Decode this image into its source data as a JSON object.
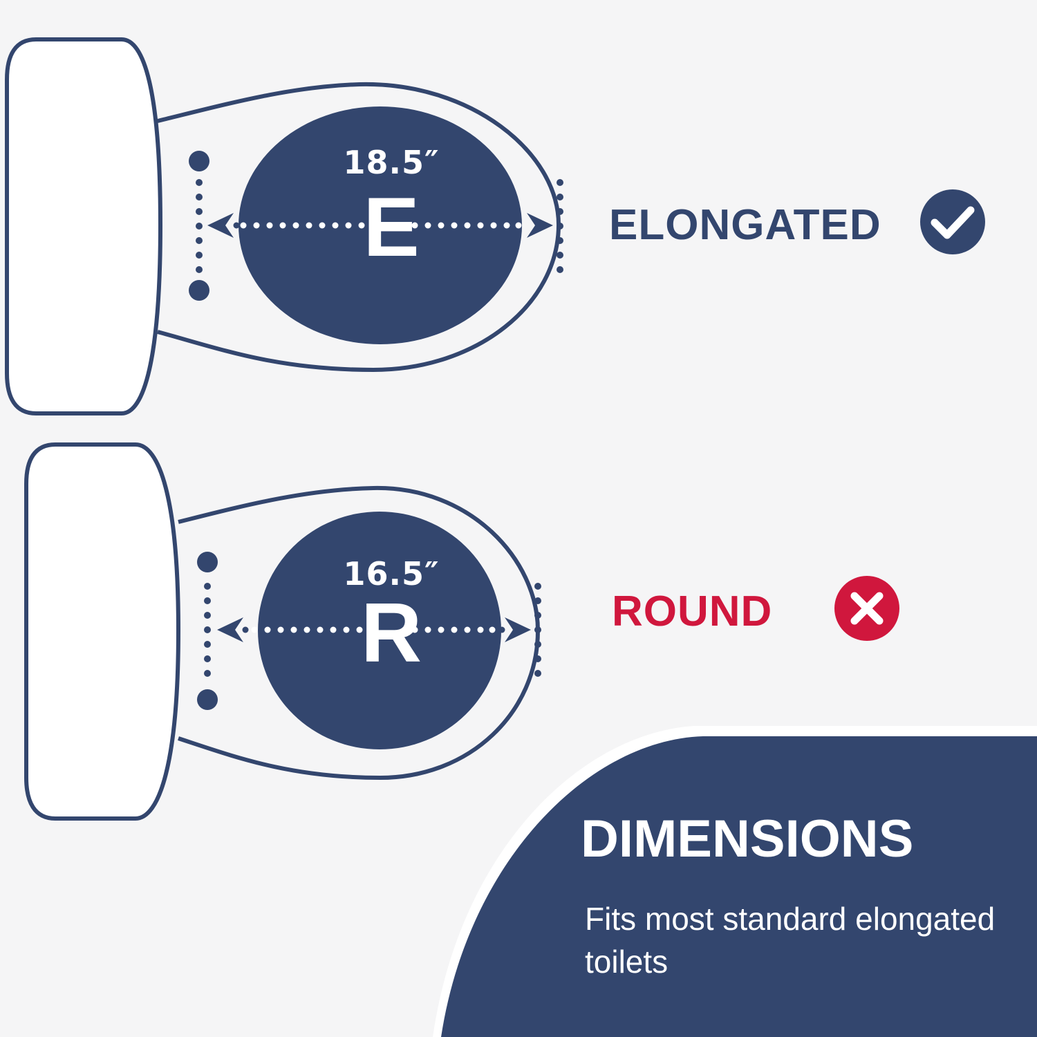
{
  "colors": {
    "background": "#f5f5f6",
    "navy": "#33466e",
    "red": "#d0173d",
    "white": "#ffffff"
  },
  "elongated": {
    "measurement": "18.5″",
    "letter": "E",
    "label": "ELONGATED",
    "status_icon": "check-circle-icon"
  },
  "round": {
    "measurement": "16.5″",
    "letter": "R",
    "label": "ROUND",
    "status_icon": "x-circle-icon"
  },
  "panel": {
    "title": "DIMENSIONS",
    "subtitle": "Fits most standard elongated toilets"
  }
}
